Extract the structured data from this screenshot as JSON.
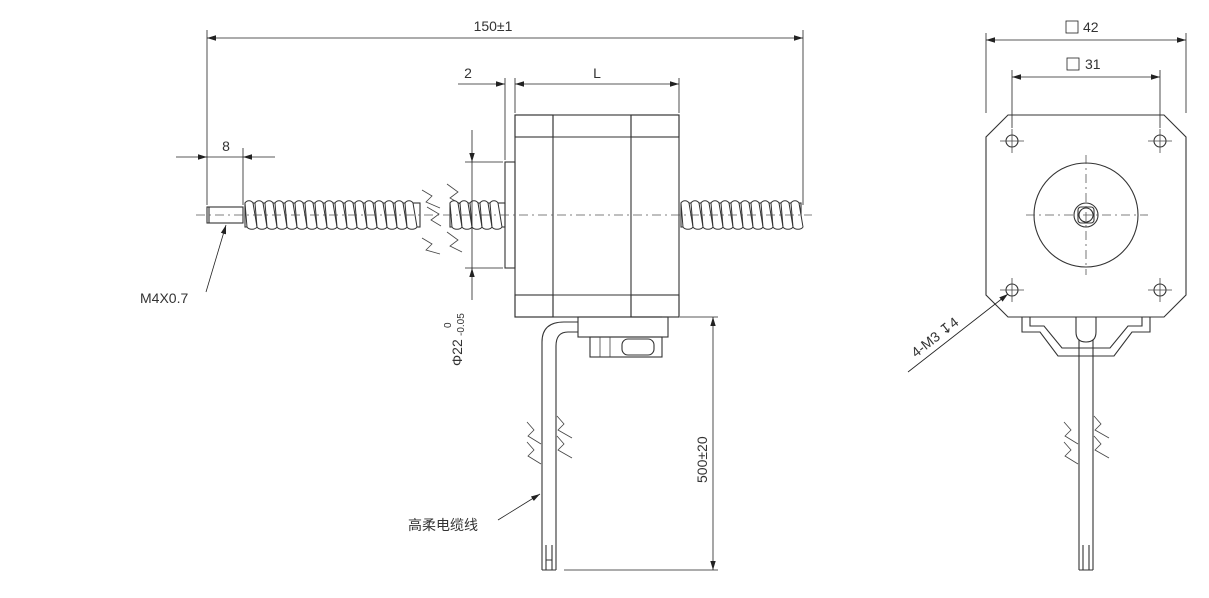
{
  "colors": {
    "line": "#333333",
    "background": "#ffffff"
  },
  "dimensions": {
    "overall_length": "150±1",
    "thread_end_length": "8",
    "flange_thickness": "2",
    "body_length": "L",
    "thread_spec": "M4X0.7",
    "boss_diameter_main": "Φ22",
    "boss_tol_upper": "0",
    "boss_tol_lower": "-0.05",
    "cable_length": "500±20",
    "cable_label": "高柔电缆线",
    "square_outer": "42",
    "square_inner": "31",
    "mount_holes": "4-M3 ↧4"
  }
}
